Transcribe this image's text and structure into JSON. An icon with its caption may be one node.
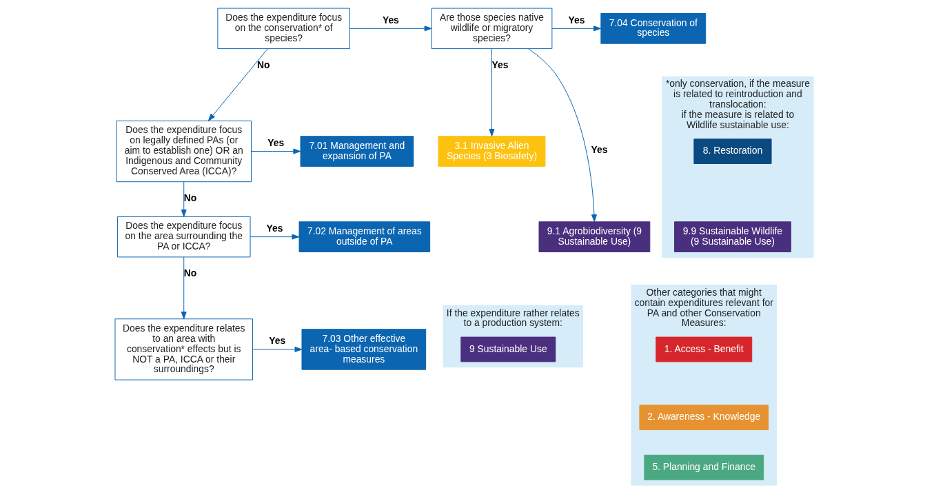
{
  "diagram": {
    "nodes": [
      {
        "text": [
          "Does the expenditure focus on the conservation* of species?"
        ]
      },
      {
        "text": [
          "Are those species native wildlife or migratory species?"
        ]
      },
      {
        "text": [
          "7.04 Conservation of species"
        ]
      },
      {
        "text": [
          "3.1 Invasive Alien Species (3 Biosafety)"
        ]
      },
      {
        "text": [
          "9.1 Agrobiodiversity (9 Sustainable Use)"
        ]
      },
      {
        "text": [
          "*only conservation, if the measure is related to reintroduction and translocation:",
          "if the measure is related to Wildlife sustainable use:"
        ]
      },
      {
        "text": [
          "8. Restoration"
        ],
        "in": 5
      },
      {
        "text": [
          "9.9 Sustainable Wildlife (9 Sustainable Use)"
        ],
        "in": 5
      },
      {
        "text": [
          "Does the expenditure focus on legally defined PAs (or aim to establish one) OR an Indigenous and Community Conserved Area (ICCA)?"
        ]
      },
      {
        "text": [
          "7.01 Management and expansion of PA"
        ]
      },
      {
        "text": [
          "Does the expenditure focus on the area surrounding the PA or ICCA?"
        ]
      },
      {
        "text": [
          "7.02 Management of areas outside of PA"
        ]
      },
      {
        "text": [
          "If the expenditure rather relates to a production system:"
        ]
      },
      {
        "text": [
          "9 Sustainable Use"
        ],
        "in": 12
      },
      {
        "text": [
          "Does the expenditure relates to an area with conservation* effects but is NOT a PA, ICCA or their surroundings?"
        ]
      },
      {
        "text": [
          "7.03 Other effective area- based conservation measures"
        ]
      },
      {
        "text": [
          "Other categories that might contain expenditures relevant for PA and other Conservation Measures:"
        ]
      },
      {
        "text": [
          "1. Access - Benefit"
        ],
        "in": 16
      },
      {
        "text": [
          "2. Awareness - Knowledge"
        ],
        "in": 16
      },
      {
        "text": [
          "5. Planning and Finance"
        ],
        "in": 16
      }
    ],
    "edges": [
      {
        "from": 0,
        "to": 1,
        "arrow": "to",
        "label": "Yes"
      },
      {
        "from": 1,
        "to": 2,
        "arrow": "to",
        "label": "Yes"
      },
      {
        "from": 1,
        "to": 3,
        "arrow": "to",
        "label": "Yes"
      },
      {
        "from": 1,
        "to": 4,
        "arrow": "to",
        "label": "Yes"
      },
      {
        "from": 0,
        "to": 8,
        "arrow": "to",
        "label": "No"
      },
      {
        "from": 8,
        "to": 9,
        "arrow": "to",
        "label": "Yes"
      },
      {
        "from": 8,
        "to": 10,
        "arrow": "to",
        "label": "No"
      },
      {
        "from": 10,
        "to": 11,
        "arrow": "to",
        "label": "Yes"
      },
      {
        "from": 10,
        "to": 14,
        "arrow": "to",
        "label": "No"
      },
      {
        "from": 14,
        "to": 15,
        "arrow": "to",
        "label": "Yes"
      }
    ]
  }
}
